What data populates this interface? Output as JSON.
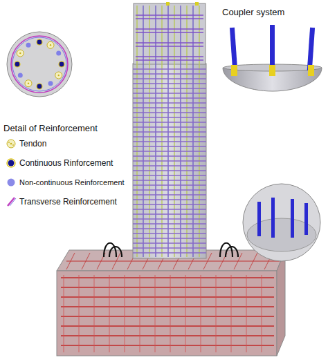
{
  "diagram": {
    "labels": [
      "Coupler system",
      "Detail of Reinforcement"
    ],
    "legend": [
      {
        "text": "Tendon"
      },
      {
        "text": "Continuous Rinforcement"
      },
      {
        "text": "Non-continuous Reinforcement"
      },
      {
        "text": "Transverse Reinforcement"
      }
    ]
  }
}
